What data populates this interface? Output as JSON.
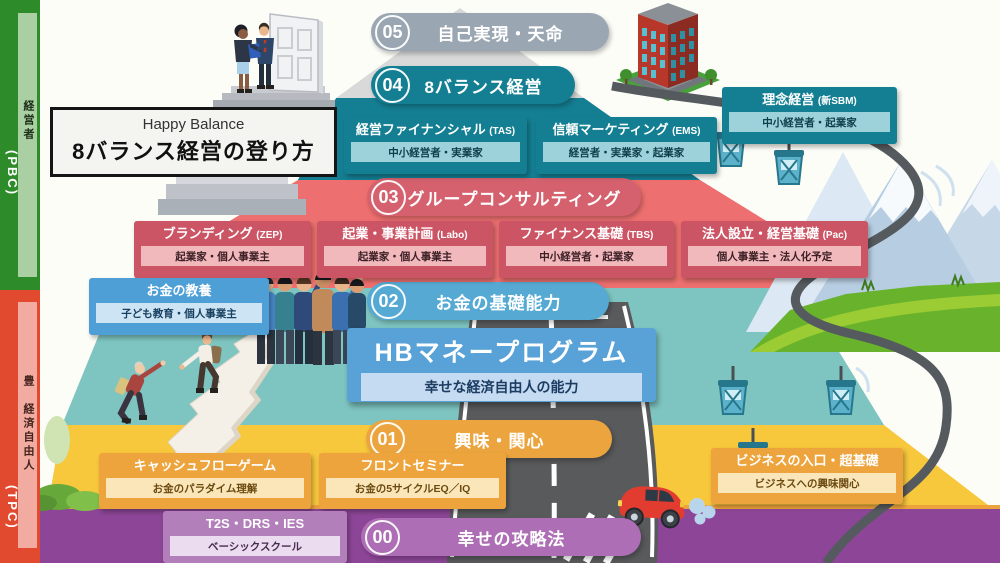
{
  "header": {
    "line1": "Happy Balance",
    "line2": "8バランス経営の登り方"
  },
  "sidebar": {
    "top": {
      "label": "経営者",
      "code": "(PBC)"
    },
    "bottom": {
      "label": "豊　経済自由人",
      "code": "(TPC)"
    }
  },
  "levels": [
    {
      "num": "05",
      "label": "自己実現・天命"
    },
    {
      "num": "04",
      "label": "8バランス経営"
    },
    {
      "num": "03",
      "label": "グループコンサルティング"
    },
    {
      "num": "02",
      "label": "お金の基礎能力"
    },
    {
      "num": "01",
      "label": "興味・関心"
    },
    {
      "num": "00",
      "label": "幸せの攻略法"
    }
  ],
  "cards": {
    "level4": [
      {
        "title": "経営ファイナンシャル",
        "code": "(TAS)",
        "audience": "中小経営者・実業家"
      },
      {
        "title": "信頼マーケティング",
        "code": "(EMS)",
        "audience": "経営者・実業家・起業家"
      },
      {
        "title": "理念経営",
        "code": "(新SBM)",
        "audience": "中小経営者・起業家"
      }
    ],
    "level3": [
      {
        "title": "ブランディング",
        "code": "(ZEP)",
        "audience": "起業家・個人事業主"
      },
      {
        "title": "起業・事業計画",
        "code": "(Labo)",
        "audience": "起業家・個人事業主"
      },
      {
        "title": "ファイナンス基礎",
        "code": "(TBS)",
        "audience": "中小経営者・起業家"
      },
      {
        "title": "法人設立・経営基礎",
        "code": "(Pac)",
        "audience": "個人事業主・法人化予定"
      }
    ],
    "level2": [
      {
        "title": "お金の教養",
        "audience": "子ども教育・個人事業主"
      }
    ],
    "hb": {
      "title": "HBマネープログラム",
      "subtitle": "幸せな経済自由人の能力"
    },
    "level1": [
      {
        "title": "キャッシュフローゲーム",
        "audience": "お金のパラダイム理解"
      },
      {
        "title": "フロントセミナー",
        "audience": "お金の5サイクルEQ／IQ"
      },
      {
        "title": "ビジネスの入口・超基礎",
        "audience": "ビジネスへの興味関心"
      }
    ],
    "level0": [
      {
        "title": "T2S・DRS・IES",
        "audience": "ベーシックスクール"
      }
    ]
  },
  "illustrations": {
    "door": "door-with-businesspeople",
    "stairs": "gray-staircase",
    "building": "office-building",
    "cable_car": "gondola-lift",
    "mountains": "snow-capped-mountains",
    "hill": "green-hill",
    "road": "winding-road",
    "car": "red-car",
    "hikers": "two-hikers-climbing",
    "crowd": "group-of-people"
  },
  "colors": {
    "sidebar_green": "#2e8b2a",
    "sidebar_red": "#e24a30",
    "band_gray": "#d9d9d9",
    "band_teal": "#147f93",
    "band_rose": "#ee6f6f",
    "band_seafoam": "#7ec5c1",
    "band_yellow": "#f7c73c",
    "band_purple": "#8d4697",
    "banner_gray": "#9aa6b2",
    "banner_blue": "#55a9d3",
    "banner_amber": "#eca53e",
    "banner_plum": "#ad6eb5",
    "hb_blue": "#58a2d8",
    "accent_orange": "#eda33c"
  }
}
